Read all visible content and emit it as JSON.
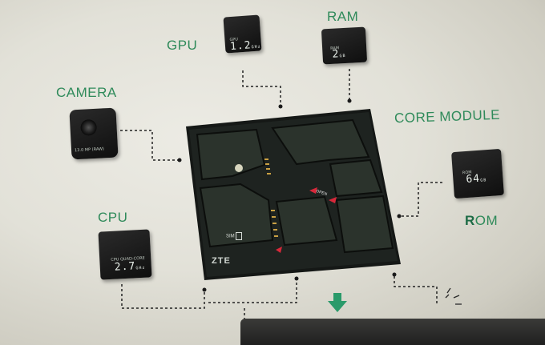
{
  "labels": {
    "gpu": "GPU",
    "ram": "RAM",
    "camera": "CAMERA",
    "core_module": "CORE MODULE",
    "cpu": "CPU",
    "rom_first": "R",
    "rom_rest": "OM"
  },
  "chips": {
    "gpu": {
      "small": "GPU",
      "big": "1.2",
      "unit": "GHz"
    },
    "ram": {
      "small": "RAM",
      "big": "2",
      "unit": "GB"
    },
    "camera": {
      "small": "13.0 MP (RAW)"
    },
    "cpu": {
      "small": "CPU QUAD-CORE",
      "big": "2.7",
      "unit": "GHz"
    },
    "rom": {
      "small": "ROM",
      "big": "64",
      "unit": "GB"
    }
  },
  "module": {
    "sim": "SIM",
    "open": "OPEN",
    "logo": "ZTE"
  },
  "colors": {
    "label": "#2f8a5a",
    "arrow": "#2a9a6a",
    "connector": "#d8283a"
  },
  "icons": [
    "down-arrow-icon",
    "tap-hand-icon",
    "camera-lens-icon",
    "sim-card-icon"
  ]
}
